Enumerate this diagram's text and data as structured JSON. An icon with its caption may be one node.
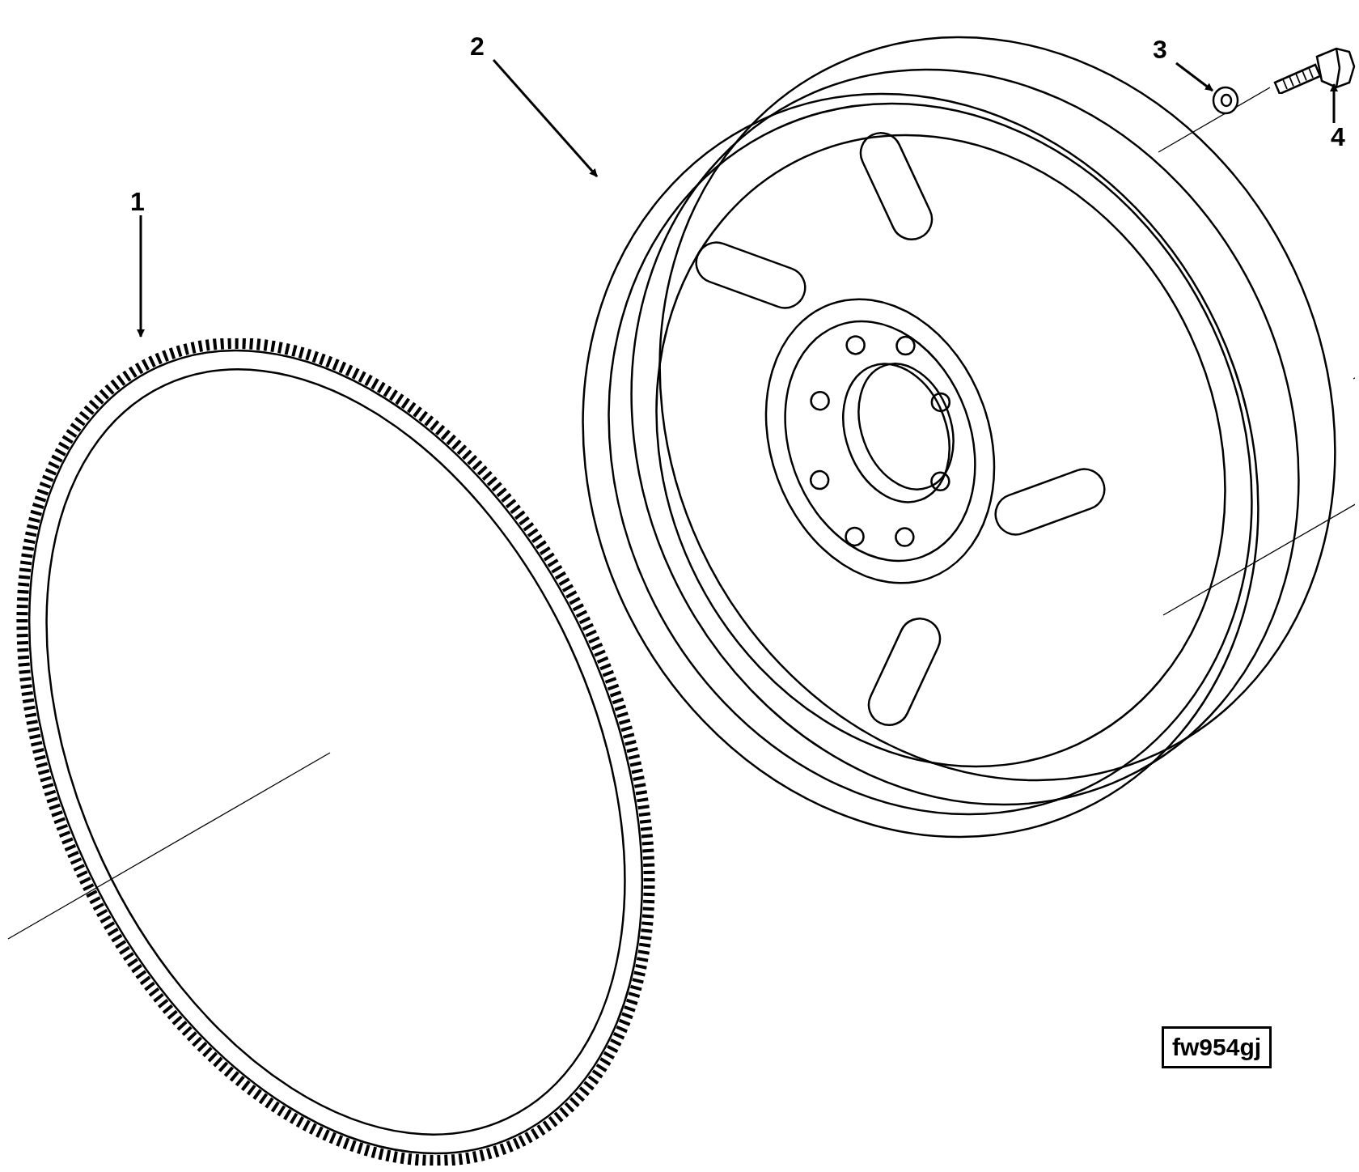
{
  "diagram": {
    "nodes": [
      {
        "text": [
          "1"
        ]
      },
      {
        "text": [],
        "shape": "picture"
      },
      {
        "text": [
          "2"
        ]
      },
      {
        "text": [],
        "shape": "picture"
      },
      {
        "text": [
          "3"
        ]
      },
      {
        "text": [],
        "shape": "picture"
      },
      {
        "text": [
          "4"
        ]
      },
      {
        "text": [],
        "shape": "picture"
      },
      {
        "text": [
          "fw954gj"
        ]
      }
    ],
    "edges": [
      {
        "from": 0,
        "to": 1,
        "arrow": "to"
      },
      {
        "from": 2,
        "to": 3,
        "arrow": "to"
      },
      {
        "from": 4,
        "to": 5,
        "arrow": "to"
      },
      {
        "from": 6,
        "to": 7,
        "arrow": "to"
      }
    ]
  }
}
